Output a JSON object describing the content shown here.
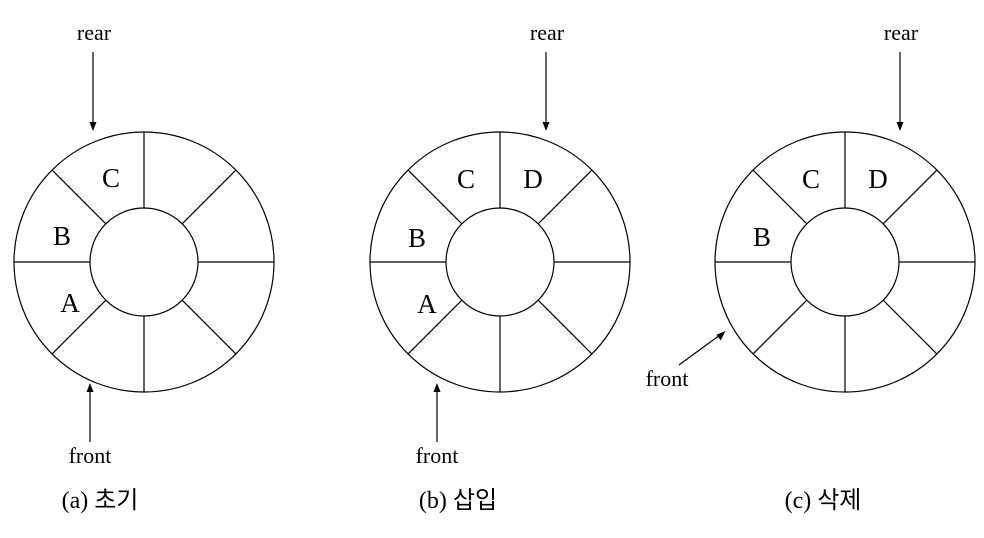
{
  "diagrams": [
    {
      "caption": "(a) 초기",
      "cells": [
        "C",
        "",
        "",
        "",
        "",
        "",
        "A",
        "B"
      ],
      "rear_label": "rear",
      "front_label": "front",
      "rear_position": "top, at start of cell 1 (C)",
      "front_position": "bottom-left, pointing at cell 6 (A) boundary"
    },
    {
      "caption": "(b) 삽입",
      "cells": [
        "C",
        "D",
        "",
        "",
        "",
        "",
        "A",
        "B"
      ],
      "rear_label": "rear",
      "front_label": "front",
      "rear_position": "top, at cell D",
      "front_position": "bottom-left, pointing at cell A boundary"
    },
    {
      "caption": "(c) 삭제",
      "cells": [
        "C",
        "D",
        "",
        "",
        "",
        "",
        "",
        "B"
      ],
      "rear_label": "rear",
      "front_label": "front",
      "rear_position": "top, at cell D",
      "front_position": "left, pointing at cell B boundary"
    }
  ]
}
